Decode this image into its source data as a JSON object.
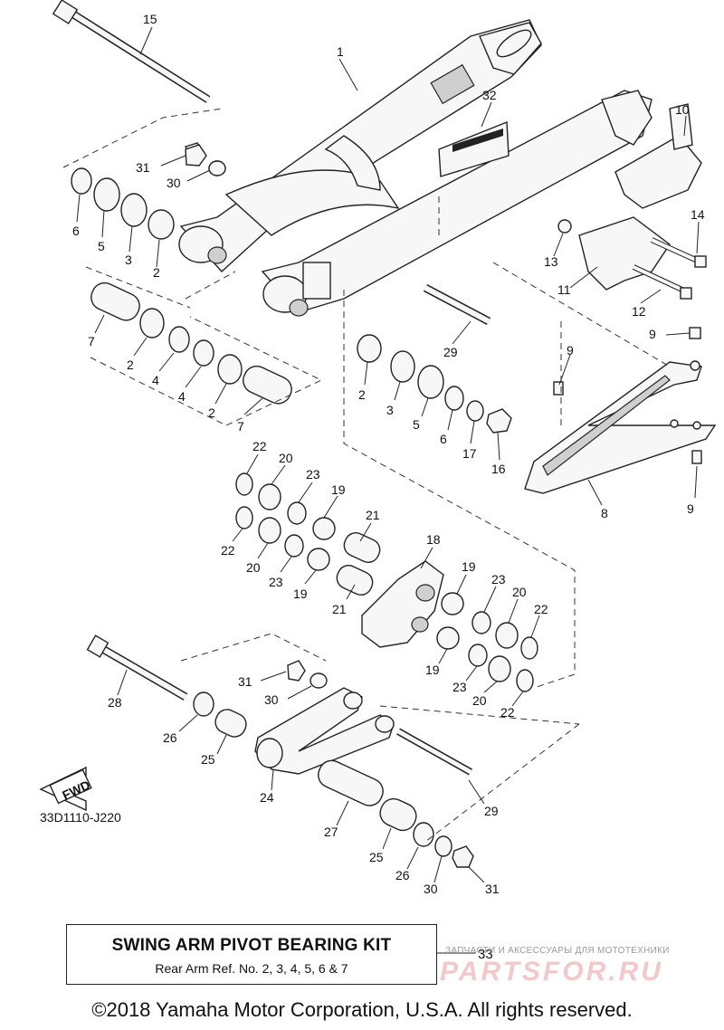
{
  "figure_code": "33D1110-J220",
  "fwd_label": "FWD",
  "kit": {
    "title": "SWING ARM PIVOT BEARING KIT",
    "subtitle": "Rear Arm Ref. No. 2, 3, 4, 5, 6 & 7",
    "ref": "33"
  },
  "copyright": "©2018 Yamaha Motor Corporation, U.S.A. All rights reserved.",
  "watermark": {
    "tagline": "ЗАПЧАСТИ И АКСЕССУАРЫ ДЛЯ МОТОТЕХНИКИ",
    "brand": "PARTSFOR.RU"
  },
  "callouts": {
    "c1": "1",
    "c15": "15",
    "c32": "32",
    "c10": "10",
    "c31a": "31",
    "c30a": "30",
    "c6a": "6",
    "c5a": "5",
    "c3a": "3",
    "c2a": "2",
    "c14": "14",
    "c13": "13",
    "c11": "11",
    "c12": "12",
    "c7a": "7",
    "c2b": "2",
    "c4a": "4",
    "c4b": "4",
    "c2c": "2",
    "c7b": "7",
    "c29a": "29",
    "c9a": "9",
    "c9b": "9",
    "c2d": "2",
    "c3b": "3",
    "c5b": "5",
    "c6b": "6",
    "c17": "17",
    "c16": "16",
    "c8": "8",
    "c9c": "9",
    "c22a": "22",
    "c20a": "20",
    "c23a": "23",
    "c19a": "19",
    "c21a": "21",
    "c18": "18",
    "c22b": "22",
    "c20b": "20",
    "c23b": "23",
    "c19b": "19",
    "c21b": "21",
    "c19c": "19",
    "c23c": "23",
    "c20c": "20",
    "c22c": "22",
    "c19d": "19",
    "c23d": "23",
    "c20d": "20",
    "c22d": "22",
    "c28": "28",
    "c31b": "31",
    "c30b": "30",
    "c26a": "26",
    "c25a": "25",
    "c24": "24",
    "c29b": "29",
    "c27": "27",
    "c25b": "25",
    "c26b": "26",
    "c30c": "30",
    "c31c": "31"
  }
}
